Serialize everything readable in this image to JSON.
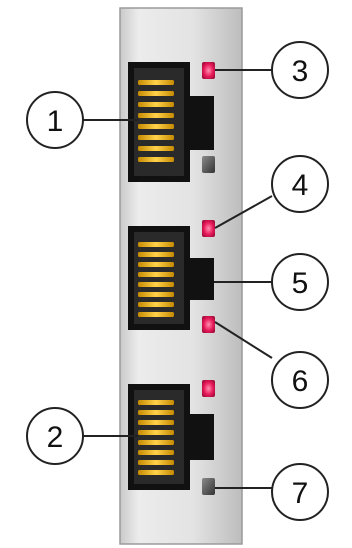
{
  "diagram": {
    "title": "",
    "callouts": [
      {
        "number": "1",
        "refers_to": "upper-port"
      },
      {
        "number": "2",
        "refers_to": "lower-port"
      },
      {
        "number": "3",
        "refers_to": "upper-port-led"
      },
      {
        "number": "4",
        "refers_to": "middle-port-upper-led"
      },
      {
        "number": "5",
        "refers_to": "middle-port"
      },
      {
        "number": "6",
        "refers_to": "middle-port-lower-led"
      },
      {
        "number": "7",
        "refers_to": "lower-port-bottom-led"
      }
    ],
    "colors": {
      "panel": "#dcdcdc",
      "panel_edge": "#9a9a9a",
      "port_body": "#111111",
      "pins": "#f2b400",
      "led_on": "#e8195a",
      "led_off": "#555555",
      "callout_stroke": "#222222"
    }
  }
}
